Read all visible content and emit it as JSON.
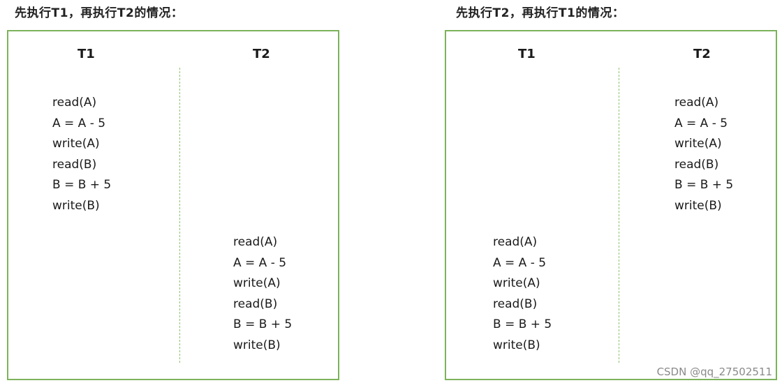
{
  "captions": {
    "left": "先执行T1，再执行T2的情况：",
    "right": "先执行T2，再执行T1的情况："
  },
  "panels": [
    {
      "t1_header": "T1",
      "t2_header": "T2",
      "t1_ops": [
        "read(A)",
        "A = A - 5",
        "write(A)",
        "read(B)",
        "B = B + 5",
        "write(B)"
      ],
      "t2_ops": [
        "read(A)",
        "A = A - 5",
        "write(A)",
        "read(B)",
        "B = B + 5",
        "write(B)"
      ]
    },
    {
      "t1_header": "T1",
      "t2_header": "T2",
      "t1_ops": [
        "read(A)",
        "A = A - 5",
        "write(A)",
        "read(B)",
        "B = B + 5",
        "write(B)"
      ],
      "t2_ops": [
        "read(A)",
        "A = A - 5",
        "write(A)",
        "read(B)",
        "B = B + 5",
        "write(B)"
      ]
    }
  ],
  "watermark": "CSDN @qq_27502511",
  "colors": {
    "border": "#7cb35a",
    "divider": "#8cc46b",
    "text": "#1a1a1a"
  }
}
